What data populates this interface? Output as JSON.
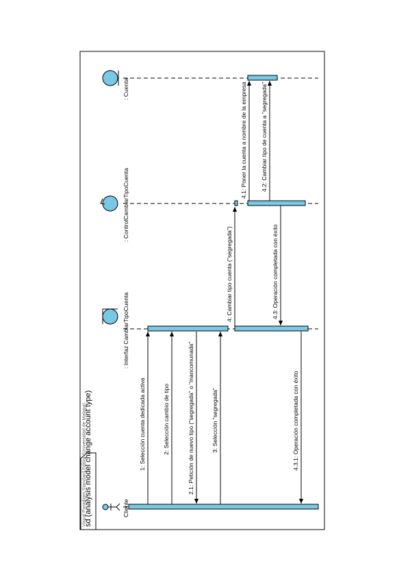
{
  "frame": {
    "title": "sd (analysis model change account type)",
    "watermark": "Visual Paradigm Standard Edition(Universidad de Malaga)"
  },
  "lifelines": [
    {
      "id": "cliente",
      "name": "Cliente",
      "kind": "actor"
    },
    {
      "id": "interfaz",
      "name": ": Interfaz CambiarTipoCuenta",
      "kind": "boundary"
    },
    {
      "id": "control",
      "name": ": ControlCambiarTipoCuenta",
      "kind": "control"
    },
    {
      "id": "cuenta",
      "name": ": Cuenta",
      "kind": "entity"
    }
  ],
  "messages": [
    {
      "label": "1: Selección cuenta dedicada activa",
      "from": "cliente",
      "to": "interfaz",
      "kind": "call"
    },
    {
      "label": "2: Selección cambio de tipo",
      "from": "cliente",
      "to": "interfaz",
      "kind": "call"
    },
    {
      "label": "2.1: Petición de nuevo tipo (\"segregada\" o \"mancomunada\"",
      "from": "interfaz",
      "to": "cliente",
      "kind": "call"
    },
    {
      "label": "3: Selección \"segregada\"",
      "from": "cliente",
      "to": "interfaz",
      "kind": "call"
    },
    {
      "label": "4: Cambiar tipo cuenta (\"segregada\")",
      "from": "interfaz",
      "to": "control",
      "kind": "call"
    },
    {
      "label": "4.1: Poner la cuenta a nombre de la empresa",
      "from": "control",
      "to": "cuenta",
      "kind": "call"
    },
    {
      "label": "4.2: Cambiar tipo de cuenta a \"segregada\"",
      "from": "control",
      "to": "cuenta",
      "kind": "call"
    },
    {
      "label": "4.3: Operación completada con éxito",
      "from": "control",
      "to": "interfaz",
      "kind": "call"
    },
    {
      "label": "4.3.1: Operación completada con éxito",
      "from": "interfaz",
      "to": "cliente",
      "kind": "call"
    }
  ]
}
